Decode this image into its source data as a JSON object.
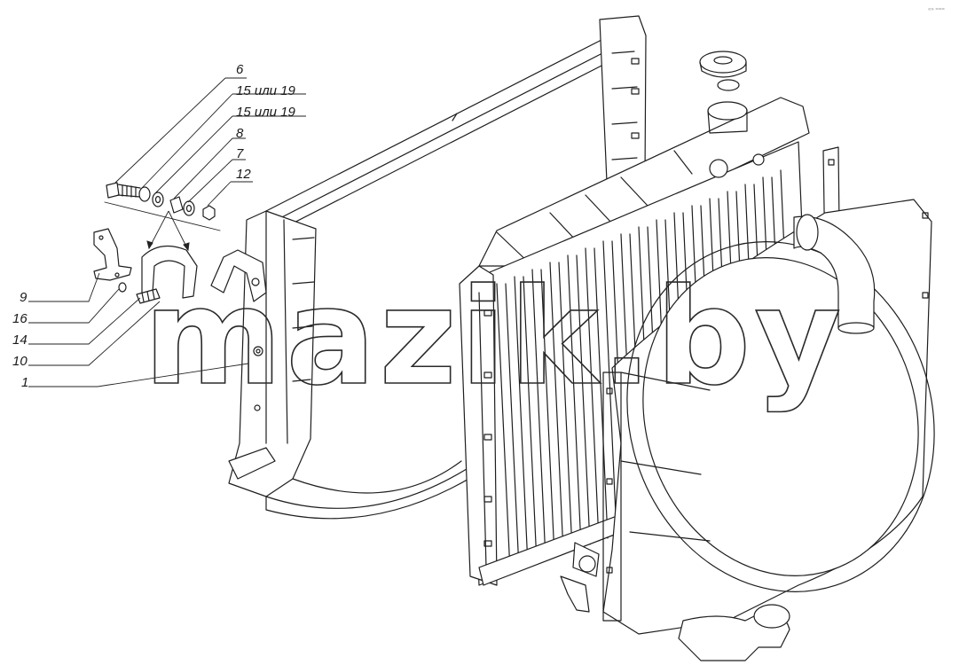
{
  "callouts": [
    {
      "id": "c6",
      "text": "6"
    },
    {
      "id": "c15a",
      "text": "15 или 19"
    },
    {
      "id": "c15b",
      "text": "15 или 19"
    },
    {
      "id": "c8",
      "text": "8"
    },
    {
      "id": "c7",
      "text": "7"
    },
    {
      "id": "c12",
      "text": "12"
    },
    {
      "id": "c9",
      "text": "9"
    },
    {
      "id": "c16",
      "text": "16"
    },
    {
      "id": "c14",
      "text": "14"
    },
    {
      "id": "c10",
      "text": "10"
    },
    {
      "id": "c1",
      "text": "1"
    }
  ],
  "watermark": "mazik.by",
  "corner_mark": "«» ===",
  "colors": {
    "ink": "#1e1e1e",
    "paper": "#ffffff"
  }
}
